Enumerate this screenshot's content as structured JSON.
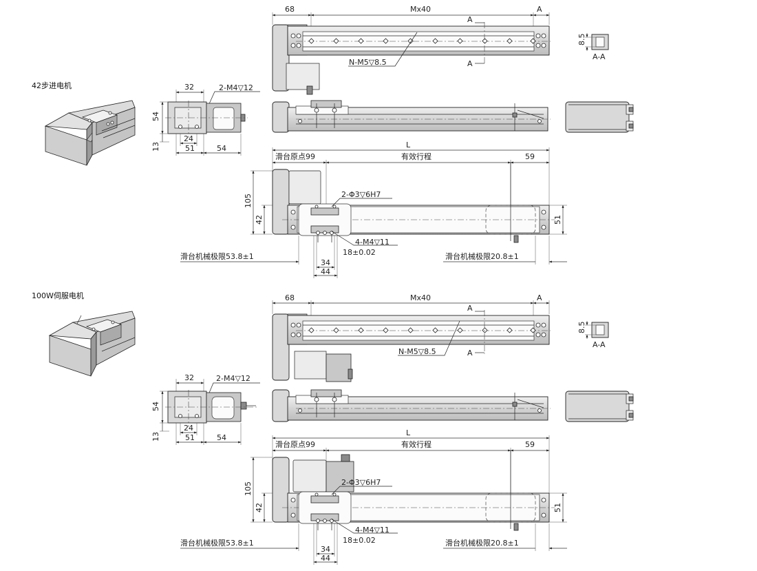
{
  "sections": [
    {
      "title": "42步进电机",
      "top_view": {
        "dim_left": "68",
        "dim_pitch": "Mx40",
        "dim_right": "A",
        "section_mark_top": "A",
        "section_mark_bottom": "A",
        "hole_callout": "N-M5▽8.5"
      },
      "section_view": {
        "dim": "8.5",
        "label": "A-A"
      },
      "motor_end_view": {
        "dim_top": "32",
        "hole_callout": "2-M4▽12",
        "dim_height": "54",
        "dim_side": "13",
        "dim_24": "24",
        "dim_51": "51",
        "dim_54": "54"
      },
      "front_view": {
        "dim_total": "L",
        "dim_origin": "滑台原点99",
        "dim_stroke": "有效行程",
        "dim_right": "59",
        "dim_105": "105",
        "dim_42": "42",
        "dim_51": "51",
        "pin_callout": "2-Φ3▽6H7",
        "tap_callout": "4-M4▽11",
        "tolerance": "18±0.02",
        "limit_left": "滑台机械极限53.8±1",
        "limit_right": "滑台机械极限20.8±1",
        "dim_34": "34",
        "dim_44": "44"
      }
    },
    {
      "title": "100W伺服电机",
      "top_view": {
        "dim_left": "68",
        "dim_pitch": "Mx40",
        "dim_right": "A",
        "section_mark_top": "A",
        "section_mark_bottom": "A",
        "hole_callout": "N-M5▽8.5"
      },
      "section_view": {
        "dim": "8.5",
        "label": "A-A"
      },
      "motor_end_view": {
        "dim_top": "32",
        "hole_callout": "2-M4▽12",
        "dim_height": "54",
        "dim_side": "13",
        "dim_24": "24",
        "dim_51": "51",
        "dim_54": "54"
      },
      "front_view": {
        "dim_total": "L",
        "dim_origin": "滑台原点99",
        "dim_stroke": "有效行程",
        "dim_right": "59",
        "dim_105": "105",
        "dim_42": "42",
        "dim_51": "51",
        "pin_callout": "2-Φ3▽6H7",
        "tap_callout": "4-M4▽11",
        "tolerance": "18±0.02",
        "limit_left": "滑台机械极限53.8±1",
        "limit_right": "滑台机械极限20.8±1",
        "dim_34": "34",
        "dim_44": "44"
      }
    }
  ]
}
